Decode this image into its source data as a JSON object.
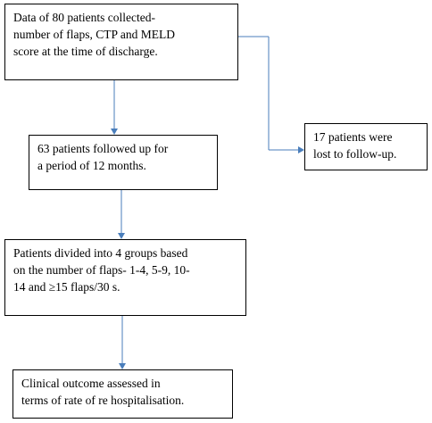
{
  "flowchart": {
    "boxes": [
      {
        "id": "data-collection",
        "lines": [
          "Data of 80 patients collected-",
          "number of flaps, CTP and MELD",
          "score at the time of discharge."
        ]
      },
      {
        "id": "followed-up",
        "lines": [
          "63 patients followed up for",
          "a period of 12 months."
        ]
      },
      {
        "id": "lost-to-follow-up",
        "lines": [
          "17 patients were",
          "lost to follow-up."
        ]
      },
      {
        "id": "grouping",
        "lines": [
          "Patients divided into 4 groups based",
          "on the number of flaps- 1-4, 5-9, 10-",
          "14 and ≥15 flaps/30 s."
        ]
      },
      {
        "id": "outcome",
        "lines": [
          "Clinical outcome assessed in",
          "terms of rate of re hospitalisation."
        ]
      }
    ],
    "connector_color": "#4a7ebb",
    "border_color": "#000000"
  }
}
